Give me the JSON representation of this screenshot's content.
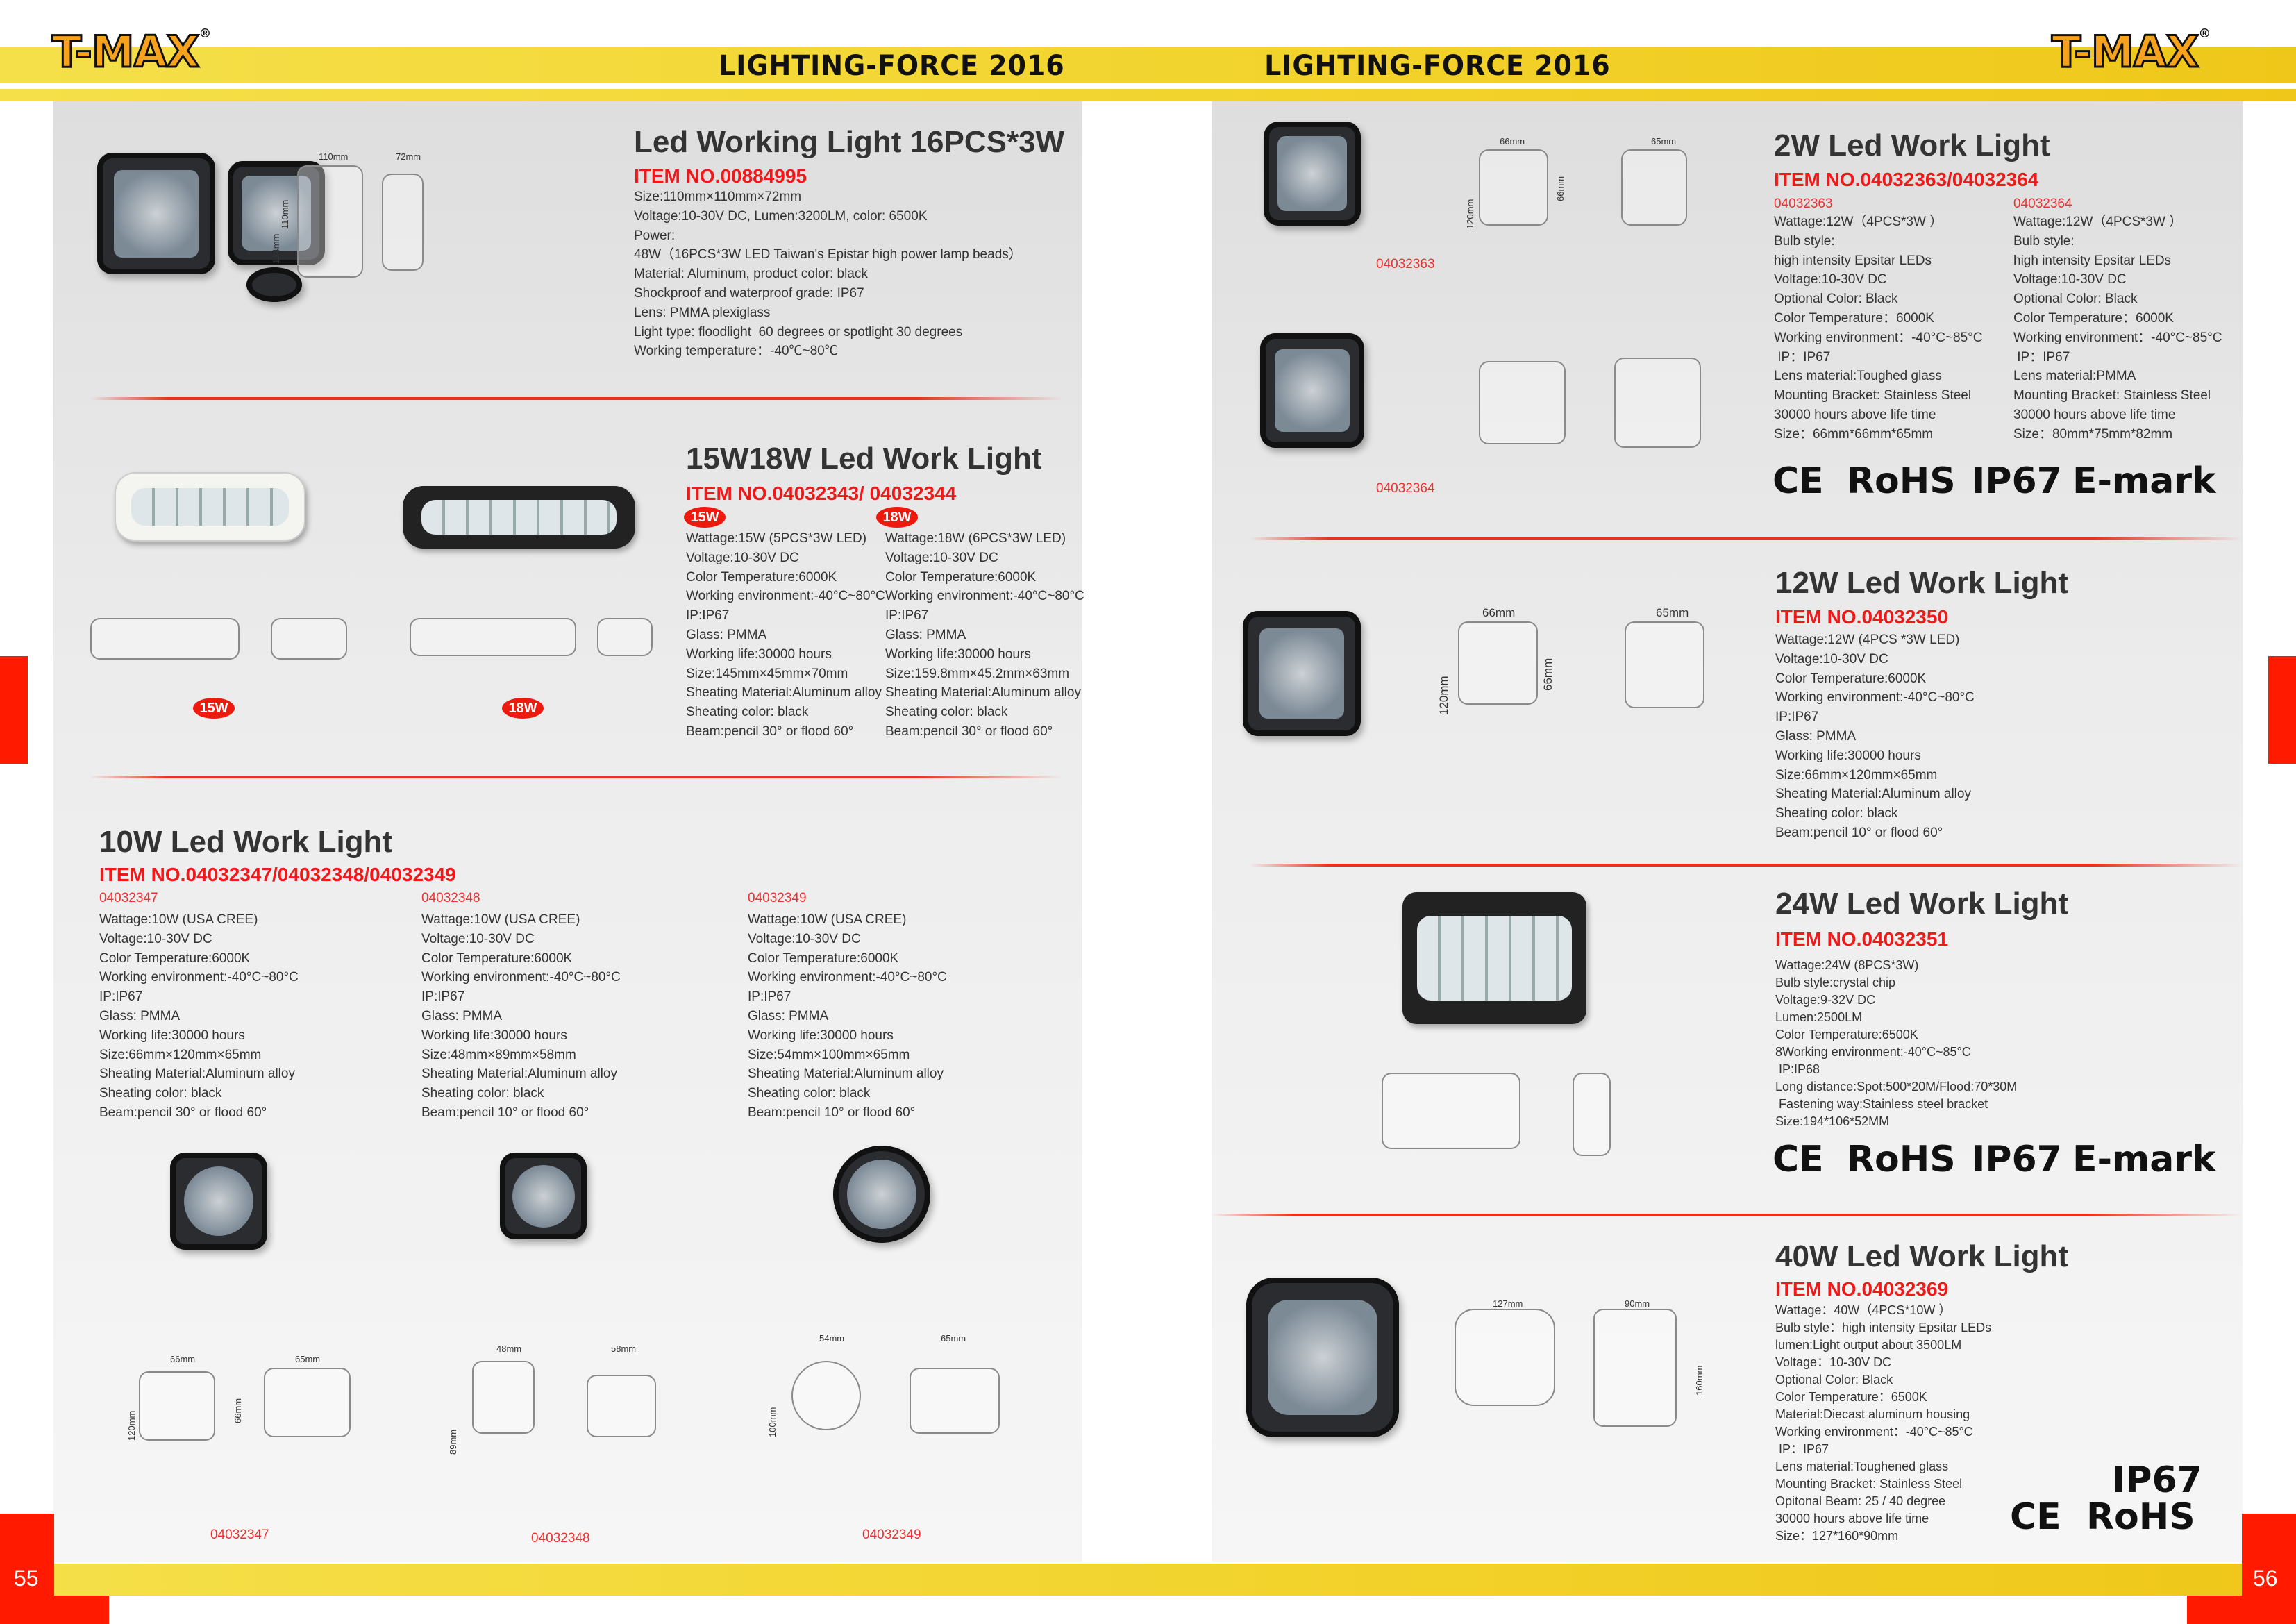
{
  "header": {
    "brand_left": "T-MAX",
    "brand_right": "T-MAX",
    "registered": "®",
    "title_left": "LIGHTING-FORCE 2016",
    "title_right": "LIGHTING-FORCE 2016"
  },
  "footer": {
    "page_left": "55",
    "page_right": "56"
  },
  "colors": {
    "accent_red": "#ff1a00",
    "band_yellow": "#f2d22a",
    "item_red": "#f01818"
  },
  "left": {
    "s1": {
      "title": "Led Working Light 16PCS*3W",
      "item": "ITEM NO.00884995",
      "dims": [
        "110mm",
        "72mm",
        "110mm",
        "164mm"
      ],
      "specs": [
        "Size:110mm×110mm×72mm",
        "Voltage:10-30V DC, Lumen:3200LM, color: 6500K",
        "Power:",
        "48W（16PCS*3W LED Taiwan's Epistar high power lamp beads）",
        "Material: Aluminum, product color: black",
        "Shockproof and waterproof grade: IP67",
        "Lens: PMMA plexiglass",
        "Light type: floodlight  60 degrees or spotlight 30 degrees",
        "Working temperature：-40℃~80℃"
      ]
    },
    "s2": {
      "title": "15W18W Led Work Light",
      "item": "ITEM NO.04032343/ 04032344",
      "badges": [
        "15W",
        "18W"
      ],
      "image_badges": [
        "15W",
        "18W"
      ],
      "col1": [
        "Wattage:15W (5PCS*3W LED)",
        "Voltage:10-30V DC",
        "Color Temperature:6000K",
        "Working environment:-40°C~80°C",
        "IP:IP67",
        "Glass: PMMA",
        "Working life:30000 hours",
        "Size:145mm×45mm×70mm",
        "Sheating Material:Aluminum alloy",
        "Sheating color: black",
        "Beam:pencil 30° or flood 60°"
      ],
      "col2": [
        "Wattage:18W (6PCS*3W LED)",
        "Voltage:10-30V DC",
        "Color Temperature:6000K",
        "Working environment:-40°C~80°C",
        "IP:IP67",
        "Glass: PMMA",
        "Working life:30000 hours",
        "Size:159.8mm×45.2mm×63mm",
        "Sheating Material:Aluminum alloy",
        "Sheating color: black",
        "Beam:pencil 30° or flood 60°"
      ]
    },
    "s3": {
      "title": "10W Led Work Light",
      "item": "ITEM NO.04032347/04032348/04032349",
      "codes": [
        "04032347",
        "04032348",
        "04032349"
      ],
      "dims": [
        [
          "66mm",
          "65mm",
          "120mm",
          "66mm"
        ],
        [
          "48mm",
          "58mm",
          "89mm"
        ],
        [
          "54mm",
          "65mm",
          "100mm"
        ]
      ],
      "col1": [
        "Wattage:10W (USA CREE)",
        "Voltage:10-30V DC",
        "Color Temperature:6000K",
        "Working environment:-40°C~80°C",
        "IP:IP67",
        "Glass: PMMA",
        "Working life:30000 hours",
        "Size:66mm×120mm×65mm",
        "Sheating Material:Aluminum alloy",
        "Sheating color: black",
        "Beam:pencil 30° or flood 60°"
      ],
      "col2": [
        "Wattage:10W (USA CREE)",
        "Voltage:10-30V DC",
        "Color Temperature:6000K",
        "Working environment:-40°C~80°C",
        "IP:IP67",
        "Glass: PMMA",
        "Working life:30000 hours",
        "Size:48mm×89mm×58mm",
        "Sheating Material:Aluminum alloy",
        "Sheating color: black",
        "Beam:pencil 10° or flood 60°"
      ],
      "col3": [
        "Wattage:10W (USA CREE)",
        "Voltage:10-30V DC",
        "Color Temperature:6000K",
        "Working environment:-40°C~80°C",
        "IP:IP67",
        "Glass: PMMA",
        "Working life:30000 hours",
        "Size:54mm×100mm×65mm",
        "Sheating Material:Aluminum alloy",
        "Sheating color: black",
        "Beam:pencil 10° or flood 60°"
      ]
    }
  },
  "right": {
    "s4": {
      "title": "2W Led Work Light",
      "item": "ITEM NO.04032363/04032364",
      "codes": [
        "04032363",
        "04032364"
      ],
      "image_codes": [
        "04032363",
        "04032364"
      ],
      "dims": [
        "66mm",
        "65mm",
        "120mm",
        "66mm"
      ],
      "col1": [
        "Wattage:12W（4PCS*3W ）",
        "Bulb style:",
        "high intensity Epsitar LEDs",
        "Voltage:10-30V DC",
        "Optional Color: Black",
        "Color Temperature：6000K",
        "Working environment：-40°C~85°C",
        " IP：IP67",
        "Lens material:Toughed glass",
        "Mounting Bracket: Stainless Steel",
        "30000 hours above life time",
        "Size：66mm*66mm*65mm"
      ],
      "col2": [
        "Wattage:12W（4PCS*3W ）",
        "Bulb style:",
        "high intensity Epsitar LEDs",
        "Voltage:10-30V DC",
        "Optional Color: Black",
        "Color Temperature：6000K",
        "Working environment：-40°C~85°C",
        " IP：IP67",
        "Lens material:PMMA",
        "Mounting Bracket: Stainless Steel",
        "30000 hours above life time",
        "Size：80mm*75mm*82mm"
      ],
      "certs": [
        "CE",
        "RoHS",
        "IP67",
        "E-mark"
      ]
    },
    "s5": {
      "title": "12W Led Work Light",
      "item": "ITEM NO.04032350",
      "dims": [
        "66mm",
        "65mm",
        "120mm",
        "66mm"
      ],
      "specs": [
        "Wattage:12W (4PCS *3W LED)",
        "Voltage:10-30V DC",
        "Color Temperature:6000K",
        "Working environment:-40°C~80°C",
        "IP:IP67",
        "Glass: PMMA",
        "Working life:30000 hours",
        "Size:66mm×120mm×65mm",
        "Sheating Material:Aluminum alloy",
        "Sheating color: black",
        "Beam:pencil 10° or flood 60°"
      ]
    },
    "s6": {
      "title": "24W Led Work Light",
      "item": "ITEM NO.04032351",
      "specs": [
        "Wattage:24W (8PCS*3W)",
        "Bulb style:crystal chip",
        "Voltage:9-32V DC",
        "Lumen:2500LM",
        "Color Temperature:6500K",
        "8Working environment:-40°C~85°C",
        " IP:IP68",
        "Long distance:Spot:500*20M/Flood:70*30M",
        " Fastening way:Stainless steel bracket",
        "Size:194*106*52MM"
      ],
      "certs": [
        "CE",
        "RoHS",
        "IP67",
        "E-mark"
      ]
    },
    "s7": {
      "title": "40W Led Work Light",
      "item": "ITEM NO.04032369",
      "dims": [
        "127mm",
        "90mm",
        "160mm"
      ],
      "specs": [
        "Wattage：40W（4PCS*10W ）",
        "Bulb style：high intensity Epsitar LEDs",
        "lumen:Light output about 3500LM",
        "Voltage：10-30V DC",
        "Optional Color: Black",
        "Color Temperature：6500K",
        "Material:Diecast aluminum housing",
        "Working environment：-40°C~85°C",
        " IP：IP67",
        "Lens material:Toughened glass",
        "Mounting Bracket: Stainless Steel",
        "Opitonal Beam: 25 / 40 degree",
        "30000 hours above life time",
        "Size：127*160*90mm"
      ],
      "certs": [
        "IP67",
        "CE",
        "RoHS"
      ]
    }
  }
}
